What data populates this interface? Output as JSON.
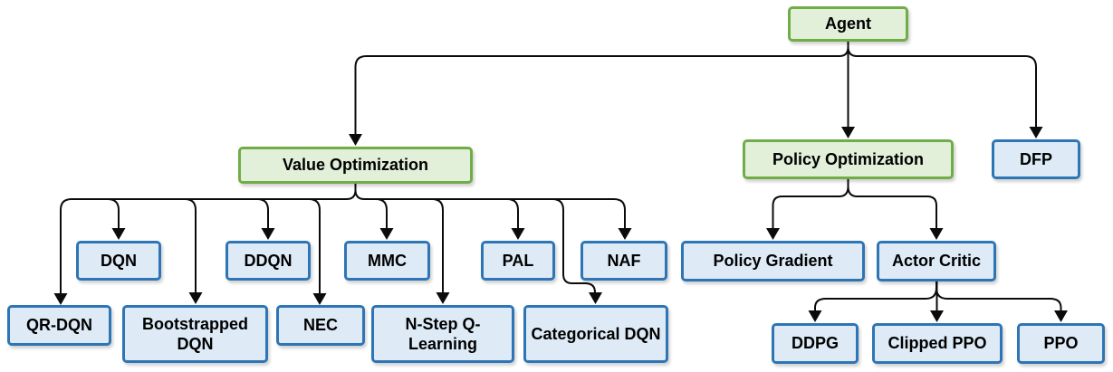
{
  "diagram": {
    "description": "Reinforcement learning agent algorithm taxonomy flowchart",
    "colors": {
      "green_fill": "#e2efd9",
      "green_border": "#70ad47",
      "blue_fill": "#deebf7",
      "blue_border": "#2e75b6",
      "line_color": "#0b0b0b"
    },
    "nodes": {
      "agent": {
        "label": "Agent",
        "type": "category-green"
      },
      "value_optimization": {
        "label": "Value Optimization",
        "type": "category-green"
      },
      "policy_optimization": {
        "label": "Policy Optimization",
        "type": "category-green"
      },
      "dfp": {
        "label": "DFP",
        "type": "algorithm-blue"
      },
      "dqn": {
        "label": "DQN",
        "type": "algorithm-blue"
      },
      "ddqn": {
        "label": "DDQN",
        "type": "algorithm-blue"
      },
      "mmc": {
        "label": "MMC",
        "type": "algorithm-blue"
      },
      "pal": {
        "label": "PAL",
        "type": "algorithm-blue"
      },
      "naf": {
        "label": "NAF",
        "type": "algorithm-blue"
      },
      "qr_dqn": {
        "label": "QR-DQN",
        "type": "algorithm-blue"
      },
      "bootstrapped_dqn": {
        "label": "Bootstrapped DQN",
        "type": "algorithm-blue"
      },
      "nec": {
        "label": "NEC",
        "type": "algorithm-blue"
      },
      "n_step_q_learning": {
        "label": "N-Step Q-Learning",
        "type": "algorithm-blue"
      },
      "categorical_dqn": {
        "label": "Categorical DQN",
        "type": "algorithm-blue"
      },
      "policy_gradient": {
        "label": "Policy Gradient",
        "type": "algorithm-blue"
      },
      "actor_critic": {
        "label": "Actor Critic",
        "type": "algorithm-blue"
      },
      "ddpg": {
        "label": "DDPG",
        "type": "algorithm-blue"
      },
      "clipped_ppo": {
        "label": "Clipped PPO",
        "type": "algorithm-blue"
      },
      "ppo": {
        "label": "PPO",
        "type": "algorithm-blue"
      }
    },
    "edges": [
      {
        "from": "agent",
        "to": "value_optimization"
      },
      {
        "from": "agent",
        "to": "policy_optimization"
      },
      {
        "from": "agent",
        "to": "dfp"
      },
      {
        "from": "value_optimization",
        "to": "qr_dqn"
      },
      {
        "from": "value_optimization",
        "to": "dqn"
      },
      {
        "from": "value_optimization",
        "to": "bootstrapped_dqn"
      },
      {
        "from": "value_optimization",
        "to": "ddqn"
      },
      {
        "from": "value_optimization",
        "to": "nec"
      },
      {
        "from": "value_optimization",
        "to": "mmc"
      },
      {
        "from": "value_optimization",
        "to": "n_step_q_learning"
      },
      {
        "from": "value_optimization",
        "to": "pal"
      },
      {
        "from": "value_optimization",
        "to": "categorical_dqn"
      },
      {
        "from": "value_optimization",
        "to": "naf"
      },
      {
        "from": "policy_optimization",
        "to": "policy_gradient"
      },
      {
        "from": "policy_optimization",
        "to": "actor_critic"
      },
      {
        "from": "actor_critic",
        "to": "ddpg"
      },
      {
        "from": "actor_critic",
        "to": "clipped_ppo"
      },
      {
        "from": "actor_critic",
        "to": "ppo"
      }
    ]
  }
}
